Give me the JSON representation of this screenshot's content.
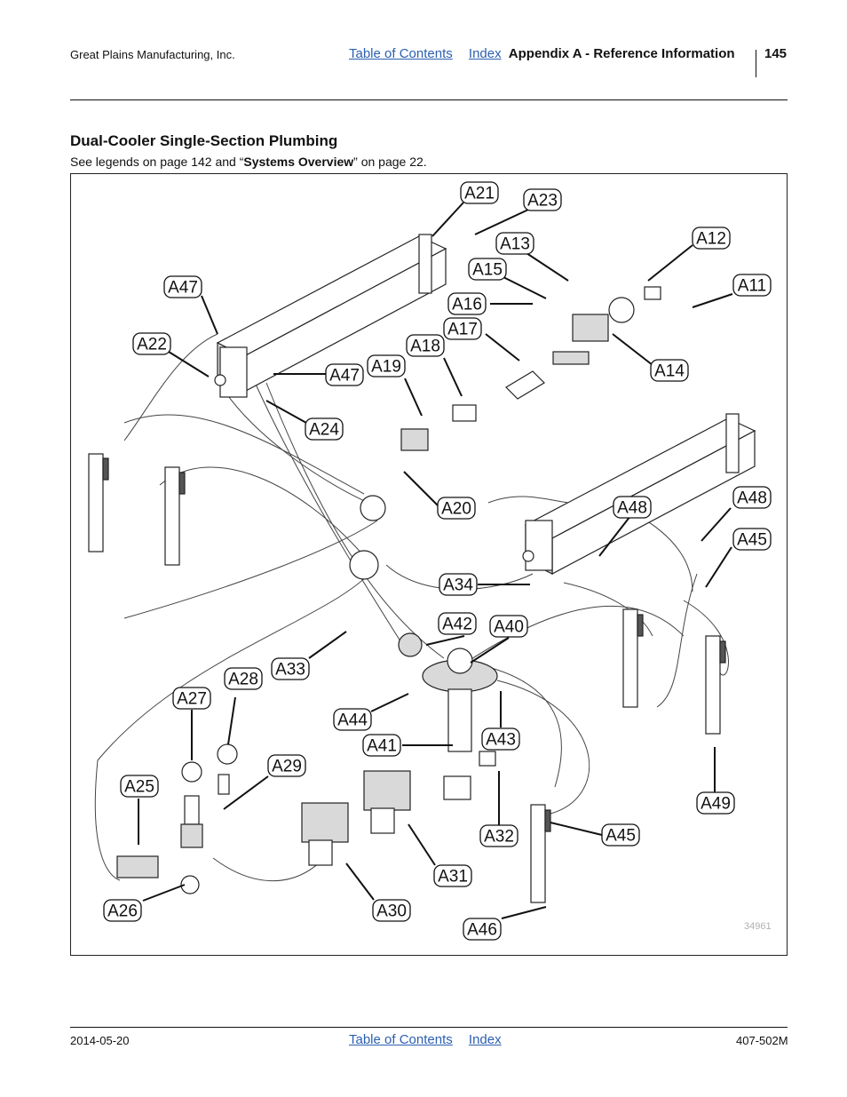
{
  "header": {
    "company": "Great Plains Manufacturing, Inc.",
    "toc_link": "Table of Contents",
    "index_link": "Index",
    "section": "Appendix A - Reference Information",
    "page_number": "145"
  },
  "section": {
    "title": "Dual-Cooler Single-Section Plumbing",
    "subtitle_before": "See legends on page 142 and “",
    "subtitle_bold": "Systems Overview",
    "subtitle_after": "” on page 22."
  },
  "figure": {
    "figure_number": "34961",
    "callouts": [
      "A21",
      "A23",
      "A13",
      "A12",
      "A15",
      "A11",
      "A47",
      "A16",
      "A17",
      "A22",
      "A18",
      "A14",
      "A19",
      "A47",
      "A24",
      "A20",
      "A48",
      "A48",
      "A45",
      "A34",
      "A42",
      "A40",
      "A33",
      "A28",
      "A27",
      "A44",
      "A43",
      "A41",
      "A29",
      "A25",
      "A49",
      "A32",
      "A45",
      "A31",
      "A26",
      "A30",
      "A46"
    ]
  },
  "footer": {
    "date": "2014-05-20",
    "toc_link": "Table of Contents",
    "index_link": "Index",
    "doc_number": "407-502M"
  }
}
